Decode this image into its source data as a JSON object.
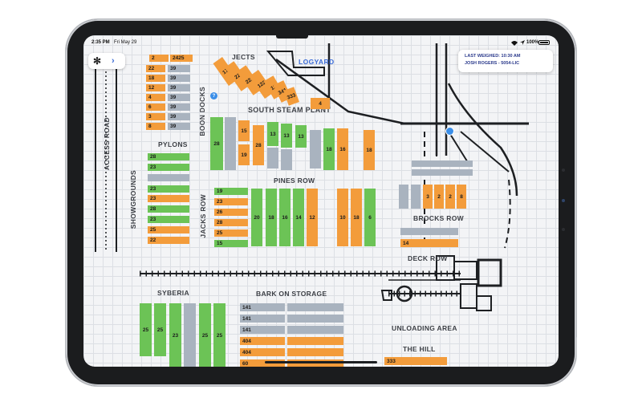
{
  "status_bar": {
    "time": "2:35 PM",
    "date": "Fri May 29",
    "battery": "100%"
  },
  "app": {
    "logo": "LOGYARD",
    "expand_icon": "chevron-right-icon",
    "menu_icon": "asterisk-icon"
  },
  "info_card": {
    "last_weighed": "LAST WEIGHED: 10:30 AM",
    "operator": "JOSH ROGERS - 5054-LIC"
  },
  "areas": {
    "access_road": "ACCESS ROAD",
    "showgrounds": "SHOWGROUNDS",
    "pylons": "PYLONS",
    "boon_docks": "BOON DOCKS",
    "south_steam_plant": "SOUTH STEAM PLANT",
    "projects": "JECTS",
    "pines_row": "PINES ROW",
    "jacks_row": "JACKS ROW",
    "brocks_row": "BROCKS ROW",
    "deck_row": "DECK ROW",
    "syberia": "SYBERIA",
    "bark_on_storage": "BARK ON STORAGE",
    "unloading_area": "UNLOADING AREA",
    "the_hill": "THE HILL"
  },
  "top_left_stacks": [
    "2",
    "2425",
    "22",
    "39",
    "18",
    "39",
    "12",
    "39",
    "4",
    "39",
    "6",
    "39",
    "3",
    "39",
    "8",
    "39"
  ],
  "pylons_stacks": [
    "28",
    "23",
    "",
    "23",
    "23",
    "28",
    "23",
    "25",
    "22"
  ],
  "jacks_stacks": [
    "19",
    "23",
    "26",
    "28",
    "25",
    "15"
  ],
  "diagonal_stacks": [
    "17",
    "22",
    "222",
    "122",
    "13",
    "341",
    "333"
  ],
  "boon_marker": "?",
  "south_plant_single": "4",
  "south_plant_columns": [
    "28",
    "15",
    "19",
    "28",
    "13",
    "13",
    "13",
    "18",
    "16",
    "18"
  ],
  "pines_columns": [
    "20",
    "18",
    "16",
    "14",
    "12",
    "10",
    "18",
    "6"
  ],
  "brocks_columns": [
    "3",
    "2",
    "2",
    "8"
  ],
  "deck_row_value": "14",
  "syberia_columns": [
    "25",
    "25",
    "23",
    "25",
    "25"
  ],
  "bark_rows": [
    "141",
    "141",
    "141",
    "404",
    "404",
    "60"
  ],
  "hill_value": "333",
  "colors": {
    "orange": "#f39c3b",
    "green": "#6cc356",
    "gray": "#a9b3bf",
    "logo": "#3b6bd6"
  }
}
